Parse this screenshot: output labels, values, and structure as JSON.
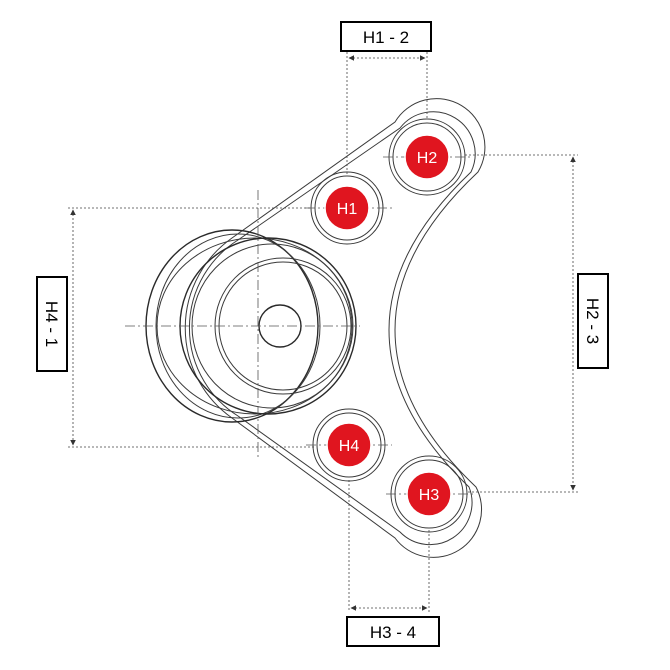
{
  "colors": {
    "hole_fill": "#e0151f",
    "line": "#333333",
    "label_text": "#000000",
    "hole_text": "#ffffff"
  },
  "holes": [
    {
      "id": "H1",
      "label": "H1"
    },
    {
      "id": "H2",
      "label": "H2"
    },
    {
      "id": "H3",
      "label": "H3"
    },
    {
      "id": "H4",
      "label": "H4"
    }
  ],
  "dimensions": {
    "h1_h2": "H1 - 2",
    "h2_h3": "H2 - 3",
    "h3_h4": "H3 - 4",
    "h4_h1": "H4 - 1"
  }
}
